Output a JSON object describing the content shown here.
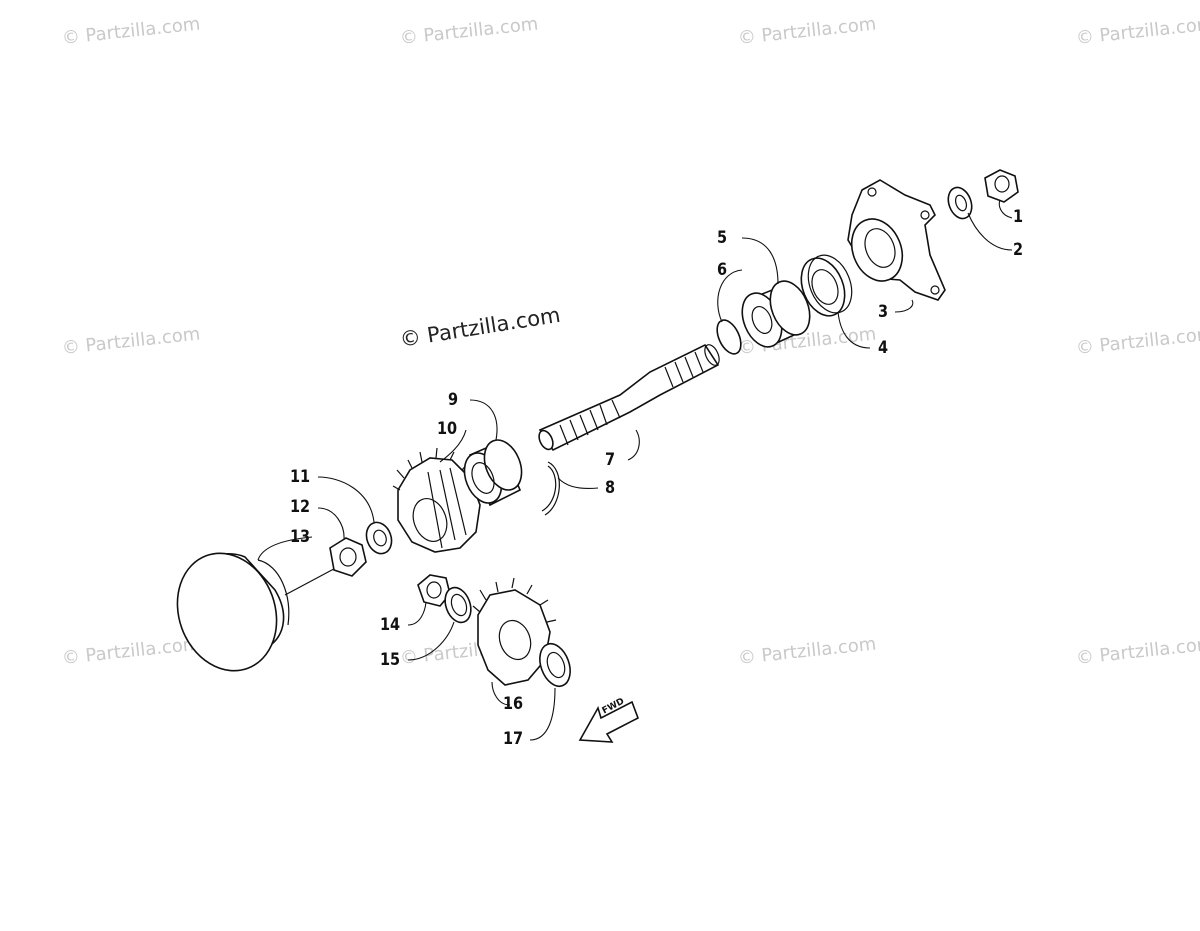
{
  "watermark": {
    "main_text": "© Partzilla.com",
    "tile_text": "© Partzilla.com"
  },
  "callouts": {
    "c1": "1",
    "c2": "2",
    "c3": "3",
    "c4": "4",
    "c5": "5",
    "c6": "6",
    "c7": "7",
    "c8": "8",
    "c9": "9",
    "c10": "10",
    "c11": "11",
    "c12": "12",
    "c13": "13",
    "c14": "14",
    "c15": "15",
    "c16": "16",
    "c17": "17"
  },
  "direction_arrow": {
    "label": "FWD"
  }
}
